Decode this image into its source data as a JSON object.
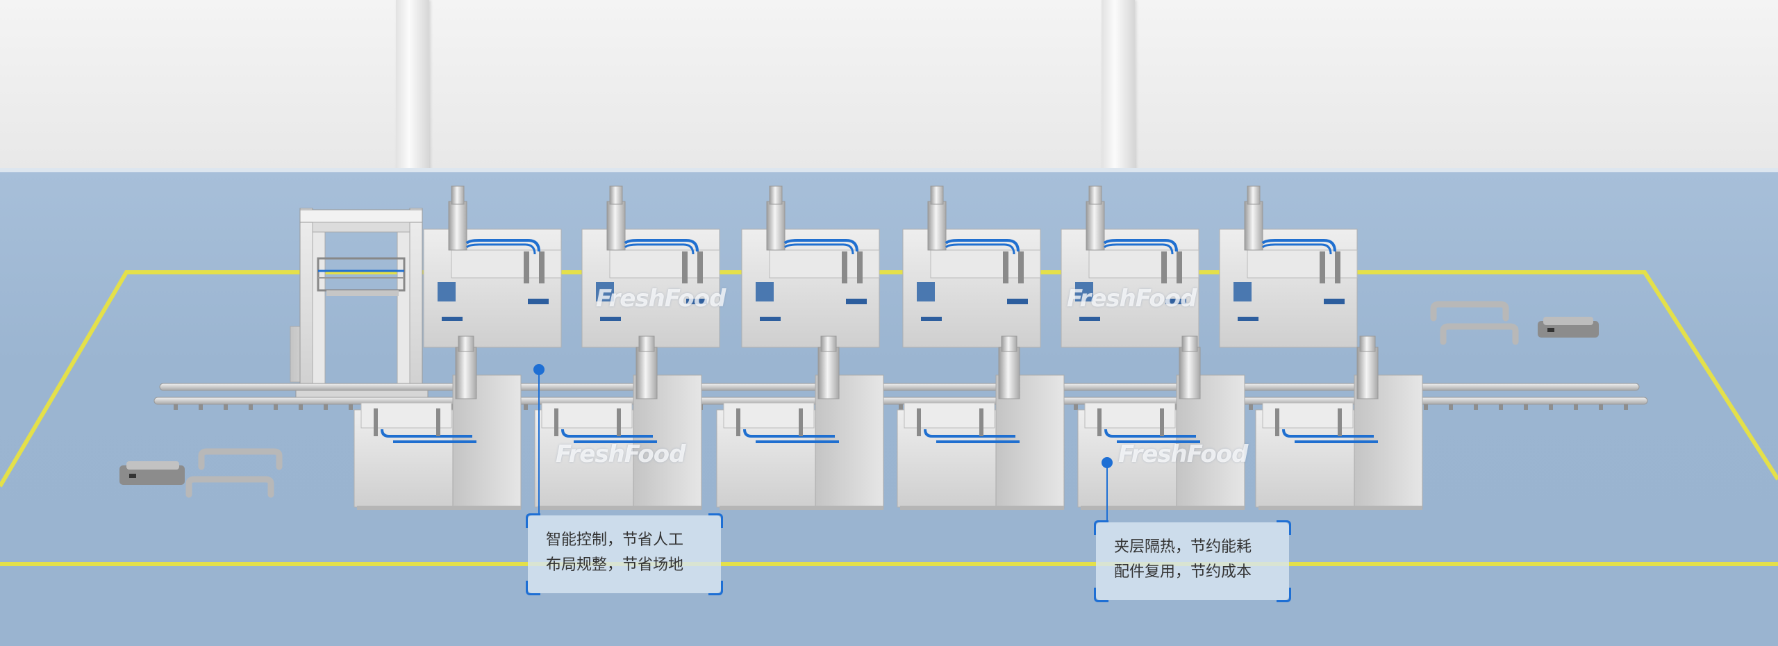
{
  "watermarks": [
    "FreshFood",
    "FreshFood",
    "FreshFood",
    "FreshFood"
  ],
  "callouts": [
    {
      "lines": [
        "智能控制，节省人工",
        "布局规整，节省场地"
      ]
    },
    {
      "lines": [
        "夹层隔热，节约能耗",
        "配件复用，节约成本"
      ]
    }
  ],
  "colors": {
    "floor": "#9fb8d4",
    "safety_line": "#e4e04a",
    "pipe": "#1f6fd0",
    "accent": "#1e6fd4",
    "steel": "#dcdcdc"
  }
}
